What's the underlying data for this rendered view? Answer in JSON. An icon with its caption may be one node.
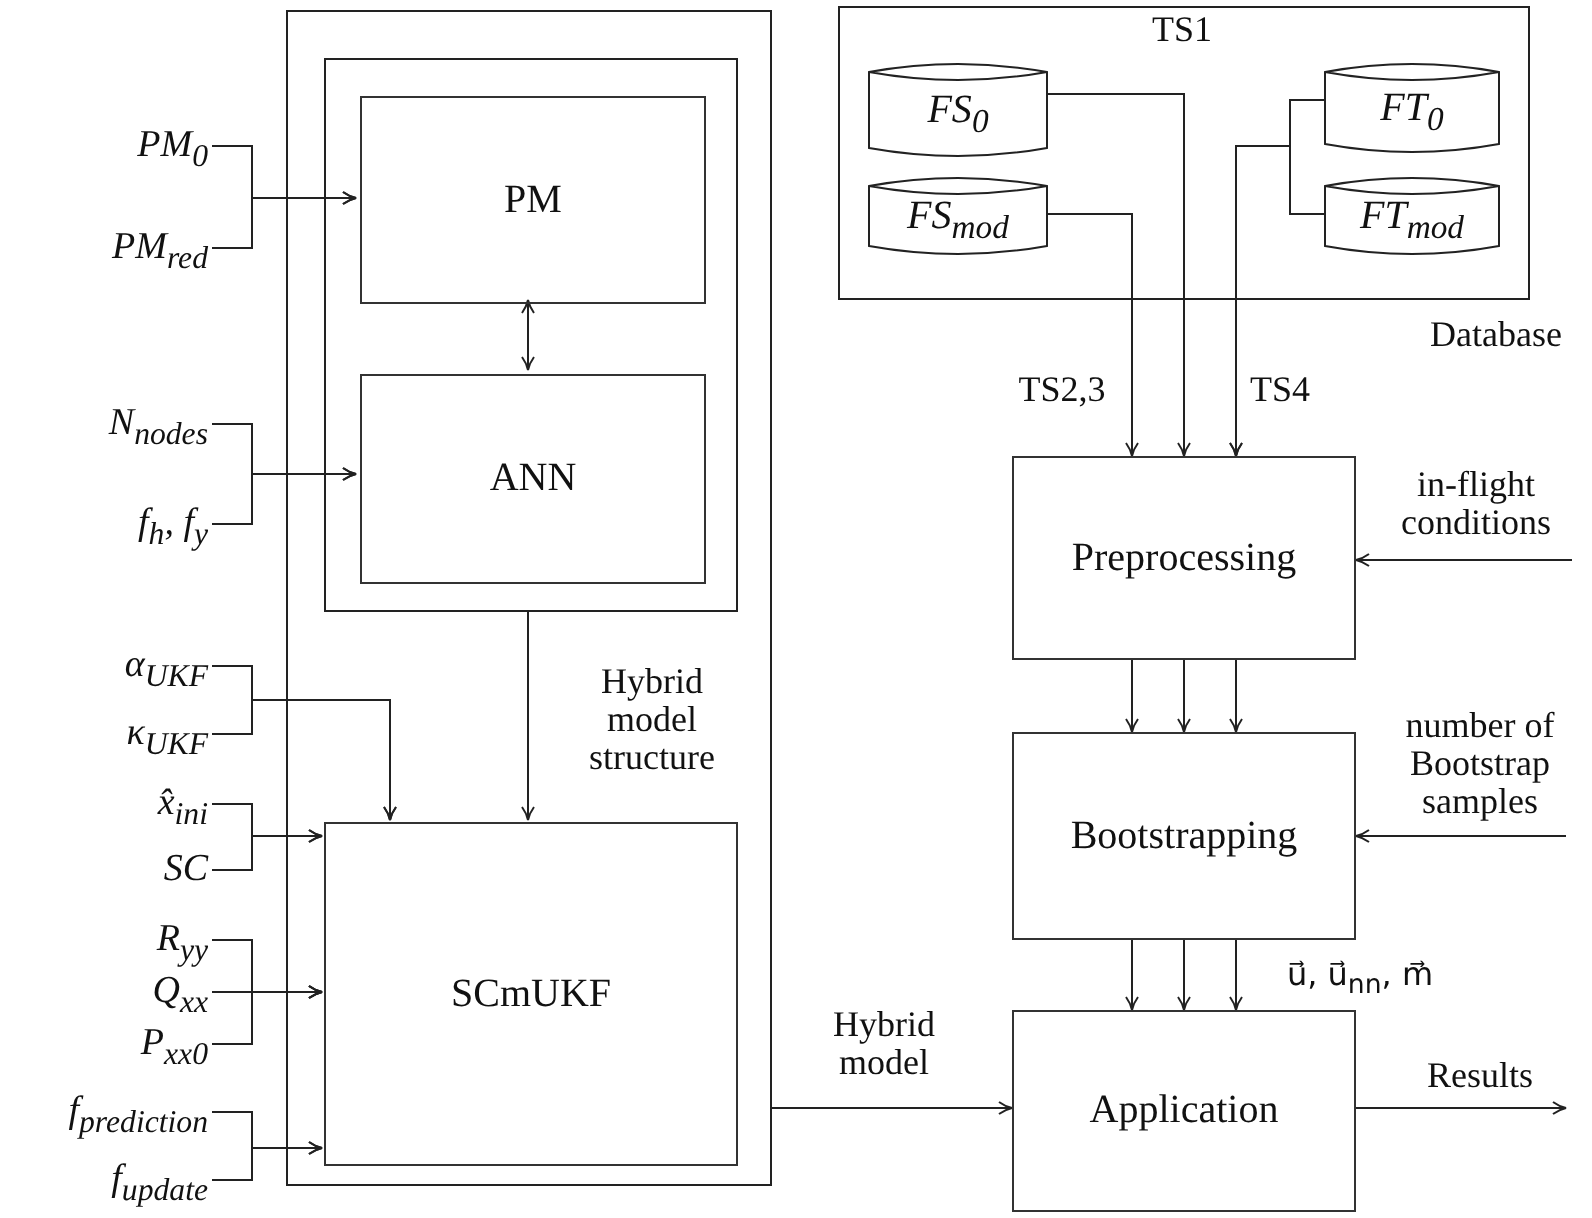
{
  "diagram": {
    "nodes": [
      {
        "text": [],
        "shape": "box"
      },
      {
        "text": [],
        "shape": "box",
        "in": 0
      },
      {
        "text": [
          "PM"
        ],
        "in": 1
      },
      {
        "text": [
          "ANN"
        ],
        "in": 1
      },
      {
        "text": [
          "SCmUKF"
        ],
        "in": 0
      },
      {
        "text": [
          "Database"
        ]
      },
      {
        "text": [
          "FS$_{0}$"
        ],
        "in": 5
      },
      {
        "text": [
          "FS$_{mod}$"
        ],
        "in": 5
      },
      {
        "text": [
          "FT$_{0}$"
        ],
        "in": 5
      },
      {
        "text": [
          "FT$_{mod}$"
        ],
        "in": 5
      },
      {
        "text": [
          "Preprocessing"
        ]
      },
      {
        "text": [
          "Bootstrapping"
        ]
      },
      {
        "text": [
          "Application"
        ]
      },
      {
        "text": [
          "PM$_{0}$"
        ]
      },
      {
        "text": [
          "PM$_{red}$"
        ]
      },
      {
        "text": [
          "N$_{nodes}$"
        ]
      },
      {
        "text": [
          "f$_{h}$, f$_{y}$"
        ]
      },
      {
        "text": [
          "α$_{UKF}$"
        ]
      },
      {
        "text": [
          "κ$_{UKF}$"
        ]
      },
      {
        "text": [
          "x̂$_{ini}$"
        ]
      },
      {
        "text": [
          "SC"
        ]
      },
      {
        "text": [
          "R$_{yy}$"
        ]
      },
      {
        "text": [
          "Q$_{xx}$"
        ]
      },
      {
        "text": [
          "P$_{xx0}$"
        ]
      },
      {
        "text": [
          "f$_{prediction}$"
        ]
      },
      {
        "text": [
          "f$_{update}$"
        ]
      }
    ],
    "edges": [
      {
        "from": 13,
        "to": 2,
        "arrow": "to"
      },
      {
        "from": 14,
        "to": 2,
        "arrow": "to"
      },
      {
        "from": 2,
        "to": 3,
        "arrow": "both"
      },
      {
        "from": 15,
        "to": 3,
        "arrow": "to"
      },
      {
        "from": 16,
        "to": 3,
        "arrow": "to"
      },
      {
        "from": 1,
        "to": 4,
        "arrow": "to",
        "label": "Hybrid model structure"
      },
      {
        "from": 17,
        "to": 4,
        "arrow": "to"
      },
      {
        "from": 18,
        "to": 4,
        "arrow": "to"
      },
      {
        "from": 19,
        "to": 4,
        "arrow": "to"
      },
      {
        "from": 20,
        "to": 4,
        "arrow": "to"
      },
      {
        "from": 21,
        "to": 4,
        "arrow": "to"
      },
      {
        "from": 22,
        "to": 4,
        "arrow": "to"
      },
      {
        "from": 23,
        "to": 4,
        "arrow": "to"
      },
      {
        "from": 24,
        "to": 4,
        "arrow": "to"
      },
      {
        "from": 25,
        "to": 4,
        "arrow": "to"
      },
      {
        "from": 6,
        "to": 10,
        "arrow": "to",
        "label": "TS1"
      },
      {
        "from": 7,
        "to": 10,
        "arrow": "to",
        "label": "TS2,3"
      },
      {
        "from": 8,
        "to": 10,
        "arrow": "to",
        "label": "TS4"
      },
      {
        "from": 9,
        "to": 10,
        "arrow": "to"
      },
      {
        "from": null,
        "to": 10,
        "arrow": "to",
        "label": "in-flight conditions"
      },
      {
        "from": 10,
        "to": 11,
        "arrow": "to"
      },
      {
        "from": 10,
        "to": 11,
        "arrow": "to"
      },
      {
        "from": 10,
        "to": 11,
        "arrow": "to"
      },
      {
        "from": null,
        "to": 11,
        "arrow": "to",
        "label": "number of Bootstrap samples"
      },
      {
        "from": 11,
        "to": 12,
        "arrow": "to"
      },
      {
        "from": 11,
        "to": 12,
        "arrow": "to"
      },
      {
        "from": 11,
        "to": 12,
        "arrow": "to",
        "label": "u⃗, u⃗$_{nn}$, m⃗"
      },
      {
        "from": 0,
        "to": 12,
        "arrow": "to",
        "label": "Hybrid model"
      },
      {
        "from": 12,
        "to": null,
        "arrow": "to",
        "label": "Results"
      }
    ]
  }
}
